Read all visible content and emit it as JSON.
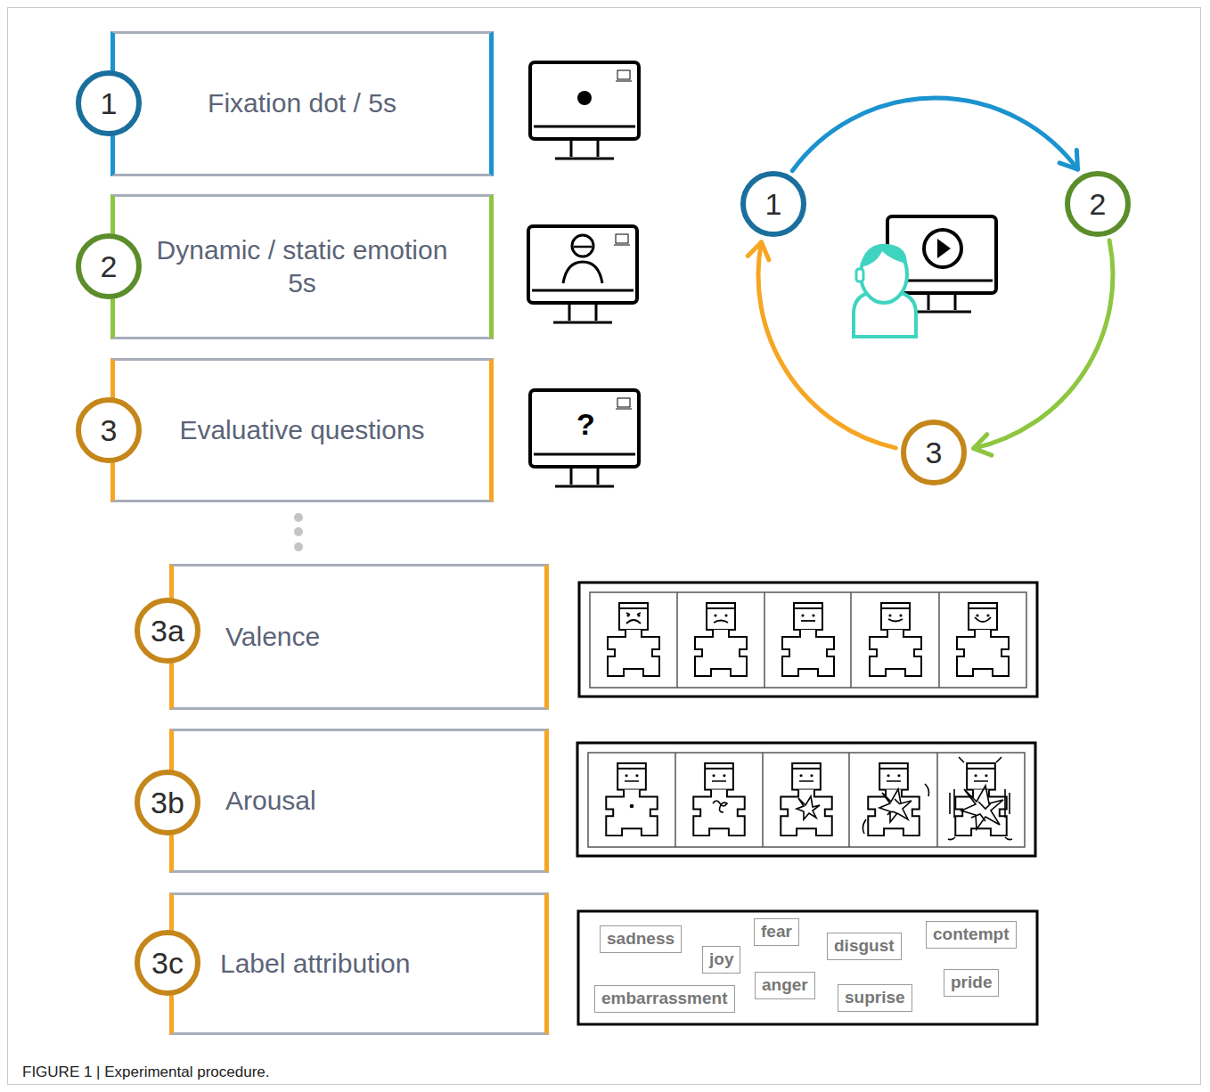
{
  "diagram": {
    "caption": "FIGURE 1 | Experimental procedure.",
    "nodes": [
      {
        "text": [
          "1"
        ]
      },
      {
        "text": [
          "Fixation dot / 5s"
        ]
      },
      {
        "text": [
          "2"
        ]
      },
      {
        "text": [
          "Dynamic / static emotion 5s"
        ]
      },
      {
        "text": [
          "3"
        ]
      },
      {
        "text": [
          "Evaluative questions"
        ]
      },
      {
        "text": [
          "3a"
        ]
      },
      {
        "text": [
          "Valence"
        ]
      },
      {
        "text": [
          "3b"
        ]
      },
      {
        "text": [
          "Arousal"
        ]
      },
      {
        "text": [
          "3c"
        ]
      },
      {
        "text": [
          "Label attribution"
        ]
      },
      {
        "text": [
          "sadness"
        ]
      },
      {
        "text": [
          "joy"
        ]
      },
      {
        "text": [
          "fear"
        ]
      },
      {
        "text": [
          "disgust"
        ]
      },
      {
        "text": [
          "contempt"
        ]
      },
      {
        "text": [
          "embarrassment"
        ]
      },
      {
        "text": [
          "anger"
        ]
      },
      {
        "text": [
          "suprise"
        ]
      },
      {
        "text": [
          "pride"
        ]
      },
      {
        "text": [
          "1"
        ]
      },
      {
        "text": [
          "2"
        ]
      },
      {
        "text": [
          "3"
        ]
      }
    ],
    "edges": [
      {
        "from": 21,
        "to": 22,
        "arrow": "to"
      },
      {
        "from": 22,
        "to": 23,
        "arrow": "to"
      },
      {
        "from": 23,
        "to": 21,
        "arrow": "to"
      }
    ],
    "labels": [
      "?"
    ]
  }
}
